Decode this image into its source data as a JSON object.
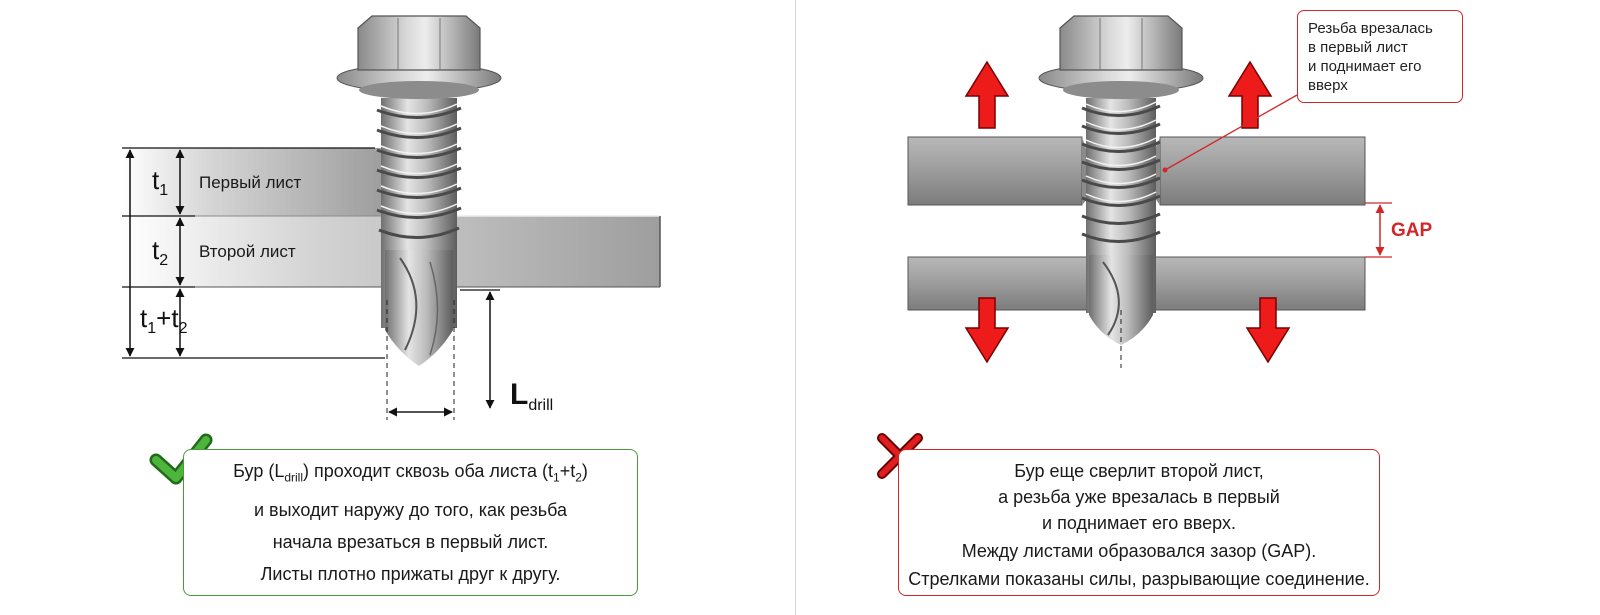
{
  "left": {
    "labels": {
      "t1": "t",
      "t1_sub": "1",
      "t2": "t",
      "t2_sub": "2",
      "sum_t": "t",
      "sum_sub1": "1",
      "sum_plus": "+t",
      "sum_sub2": "2",
      "first_sheet": "Первый лист",
      "second_sheet": "Второй лист",
      "ldrill": "L",
      "ldrill_sub": "drill"
    },
    "caption": {
      "l1a": "Бур (L",
      "l1sub": "drill",
      "l1b": ") проходит сквозь оба листа (t",
      "l1sub2": "1",
      "l1c": "+t",
      "l1sub3": "2",
      "l1d": ")",
      "l2": "и выходит наружу до того, как резьба",
      "l3": "начала врезаться в первый лист.",
      "l4": "Листы плотно прижаты друг к другу."
    },
    "status_icon": "check-mark-icon",
    "accent": "#4a9a3a"
  },
  "right": {
    "callout": {
      "l1": "Резьба врезалась",
      "l2": "в первый лист",
      "l3": "и поднимает его",
      "l4": "вверх"
    },
    "gap_label": "GAP",
    "caption": {
      "l1": "Бур еще сверлит второй лист,",
      "l2": "а резьба уже врезалась в первый",
      "l3": "и поднимает его вверх.",
      "l4": "Между листами образовался зазор (GAP).",
      "l5": "Стрелками показаны силы, разрывающие соединение."
    },
    "status_icon": "cross-mark-icon",
    "accent": "#d02828"
  }
}
